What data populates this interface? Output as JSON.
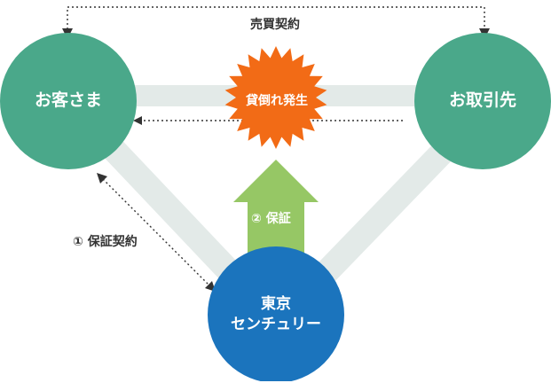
{
  "contract_label": "売買契約",
  "nodes": {
    "customer": {
      "label": "お客さま",
      "color": "#4aa88a"
    },
    "partner": {
      "label": "お取引先",
      "color": "#4aa88a"
    },
    "company": {
      "line1": "東京",
      "line2": "センチュリー",
      "color": "#1b74bd"
    }
  },
  "burst": {
    "label": "貸倒れ発生",
    "color": "#f26b16"
  },
  "guarantee_arrow": {
    "label": "② 保証",
    "color": "#96c765"
  },
  "guarantee_contract": {
    "label": "① 保証契約"
  },
  "colors": {
    "band": "#e3eae8",
    "text": "#333333"
  }
}
